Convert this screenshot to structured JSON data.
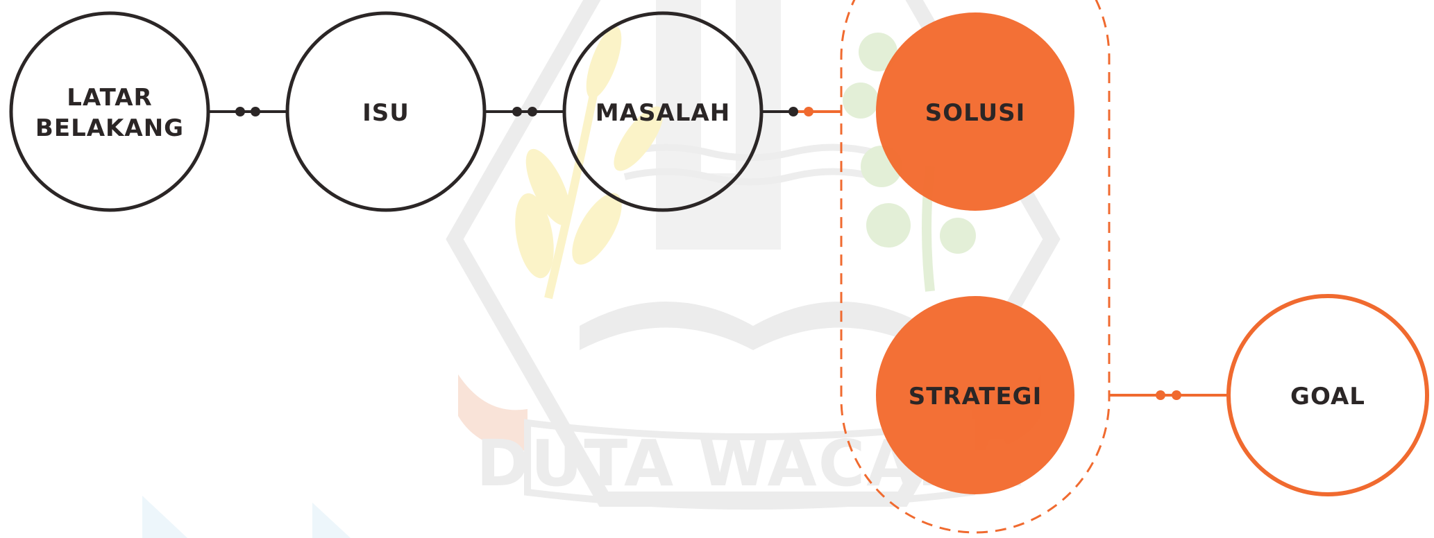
{
  "colors": {
    "dark": "#2b2626",
    "orange": "#f06a2f",
    "orange_fill": "#f26a2e",
    "watermark": "#ececec",
    "watermark_yellow": "#fbf3c8",
    "watermark_green": "#e3efd7",
    "watermark_pink": "#f9d9ce"
  },
  "nodes": {
    "latar_belakang": {
      "line1": "LATAR",
      "line2": "BELAKANG"
    },
    "isu": {
      "label": "ISU"
    },
    "masalah": {
      "label": "MASALAH"
    },
    "solusi": {
      "label": "SOLUSI"
    },
    "strategi": {
      "label": "STRATEGI"
    },
    "goal": {
      "label": "GOAL"
    }
  },
  "watermark": {
    "text": "DUTA WACANA"
  }
}
